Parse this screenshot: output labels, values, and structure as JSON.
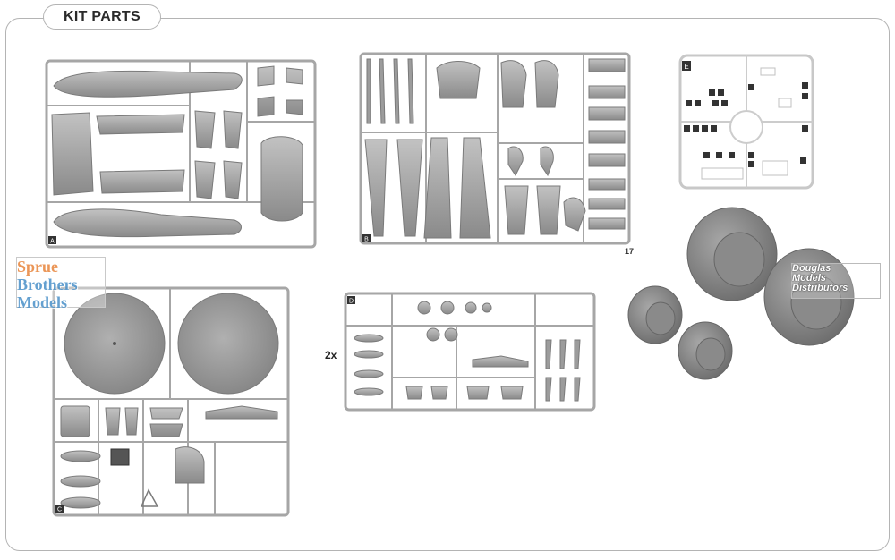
{
  "header": {
    "title": "KIT PARTS"
  },
  "sprues": [
    {
      "id": "A",
      "letter": "A"
    },
    {
      "id": "B",
      "letter": "B"
    },
    {
      "id": "C",
      "letter": "C"
    },
    {
      "id": "D",
      "letter": "D",
      "quantity": "2x"
    },
    {
      "id": "E",
      "letter": "E"
    }
  ],
  "page_marker": "17",
  "watermarks": {
    "left": [
      "Sprue",
      "Brothers",
      "Models"
    ],
    "right": [
      "Douglas",
      "Models",
      "Distributors"
    ]
  },
  "colors": {
    "frame": "#b4b4b4",
    "plastic": "#9a9a9a",
    "resin": "#8e8e8e",
    "tab_text": "#2a2a2a"
  }
}
